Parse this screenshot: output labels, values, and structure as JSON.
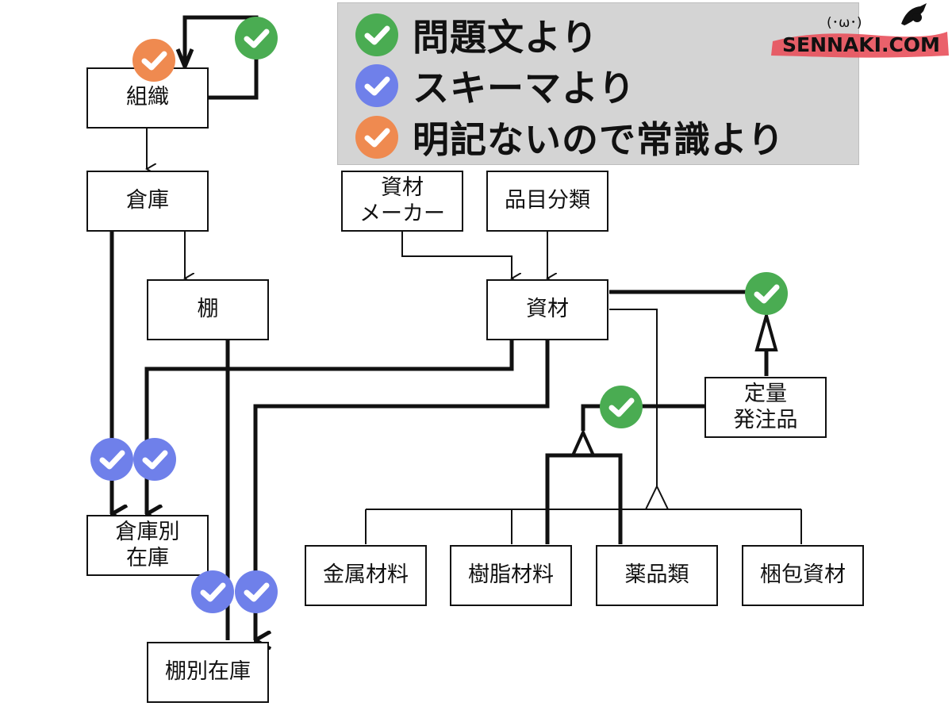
{
  "colors": {
    "green": "#4aac52",
    "blue": "#6f80ea",
    "orange": "#ef8a50",
    "legend_bg": "#d4d4d4",
    "logo_stroke": "#e8505b"
  },
  "legend": [
    {
      "color": "green",
      "text": "問題文より"
    },
    {
      "color": "blue",
      "text": "スキーマより"
    },
    {
      "color": "orange",
      "text": "明記ないので常識より"
    }
  ],
  "logo": {
    "text": "SENNAKI.COM",
    "face": "(･ω･)",
    "icon": "pen-brush-icon"
  },
  "entities": {
    "soshiki": "組織",
    "souko": "倉庫",
    "tana": "棚",
    "soukobetsu_zaiko": "倉庫別\n在庫",
    "tanabetsu_zaiko": "棚別在庫",
    "shizai_maker": "資材\nメーカー",
    "hinmoku_bunrui": "品目分類",
    "shizai": "資材",
    "teiryou_hacchuhin": "定量\n発注品",
    "kinzoku_zairyo": "金属材料",
    "jushi_zairyo": "樹脂材料",
    "yakuhinrui": "薬品類",
    "konpou_shizai": "梱包資材"
  },
  "badges": [
    {
      "color": "orange",
      "target": "組織 self-reference (child side)"
    },
    {
      "color": "green",
      "target": "組織 self-reference (parent side)"
    },
    {
      "color": "green",
      "target": "資材 - 定量発注品"
    },
    {
      "color": "green",
      "target": "定量発注品 - 樹脂材料 / 薬品類"
    },
    {
      "color": "blue",
      "target": "倉庫 → 倉庫別在庫"
    },
    {
      "color": "blue",
      "target": "資材 → 倉庫別在庫"
    },
    {
      "color": "blue",
      "target": "棚 → 棚別在庫"
    },
    {
      "color": "blue",
      "target": "資材 → 棚別在庫"
    }
  ]
}
